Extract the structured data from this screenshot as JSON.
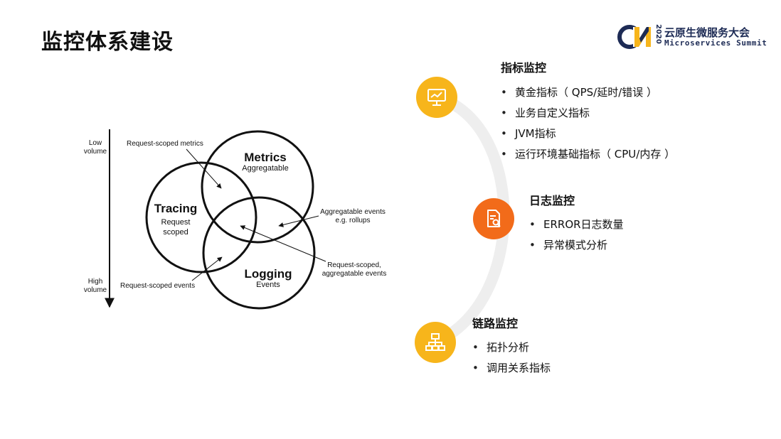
{
  "page": {
    "title": "监控体系建设"
  },
  "logo": {
    "year": "2020",
    "name_cn": "云原生微服务大会",
    "name_en": "Microservices Summit",
    "mark": "CN"
  },
  "colors": {
    "yellow": "#f7b51b",
    "orange": "#f26b1a",
    "arc": "#eeeeee",
    "navy": "#1d2b55"
  },
  "diagram": {
    "axis": {
      "low": [
        "Low",
        "volume"
      ],
      "high": [
        "High",
        "volume"
      ]
    },
    "circles": {
      "metrics": {
        "title": "Metrics",
        "subtitle": "Aggregatable"
      },
      "tracing": {
        "title": "Tracing",
        "subtitle_line1": "Request",
        "subtitle_line2": "scoped"
      },
      "logging": {
        "title": "Logging",
        "subtitle": "Events"
      }
    },
    "annotations": {
      "request_scoped_metrics": "Request-scoped metrics",
      "aggregatable_events_line1": "Aggregatable events",
      "aggregatable_events_line2": "e.g. rollups",
      "request_scoped_aggregatable_line1": "Request-scoped,",
      "request_scoped_aggregatable_line2": "aggregatable events",
      "request_scoped_events": "Request-scoped events"
    }
  },
  "sections": [
    {
      "icon": "chart-monitor-icon",
      "title": "指标监控",
      "items": [
        "黄金指标（ QPS/延时/错误 ）",
        "业务自定义指标",
        "JVM指标",
        "运行环境基础指标（ CPU/内存 ）"
      ]
    },
    {
      "icon": "log-document-icon",
      "title": "日志监控",
      "items": [
        "ERROR日志数量",
        "异常模式分析"
      ]
    },
    {
      "icon": "hierarchy-icon",
      "title": "链路监控",
      "items": [
        "拓扑分析",
        "调用关系指标"
      ]
    }
  ]
}
